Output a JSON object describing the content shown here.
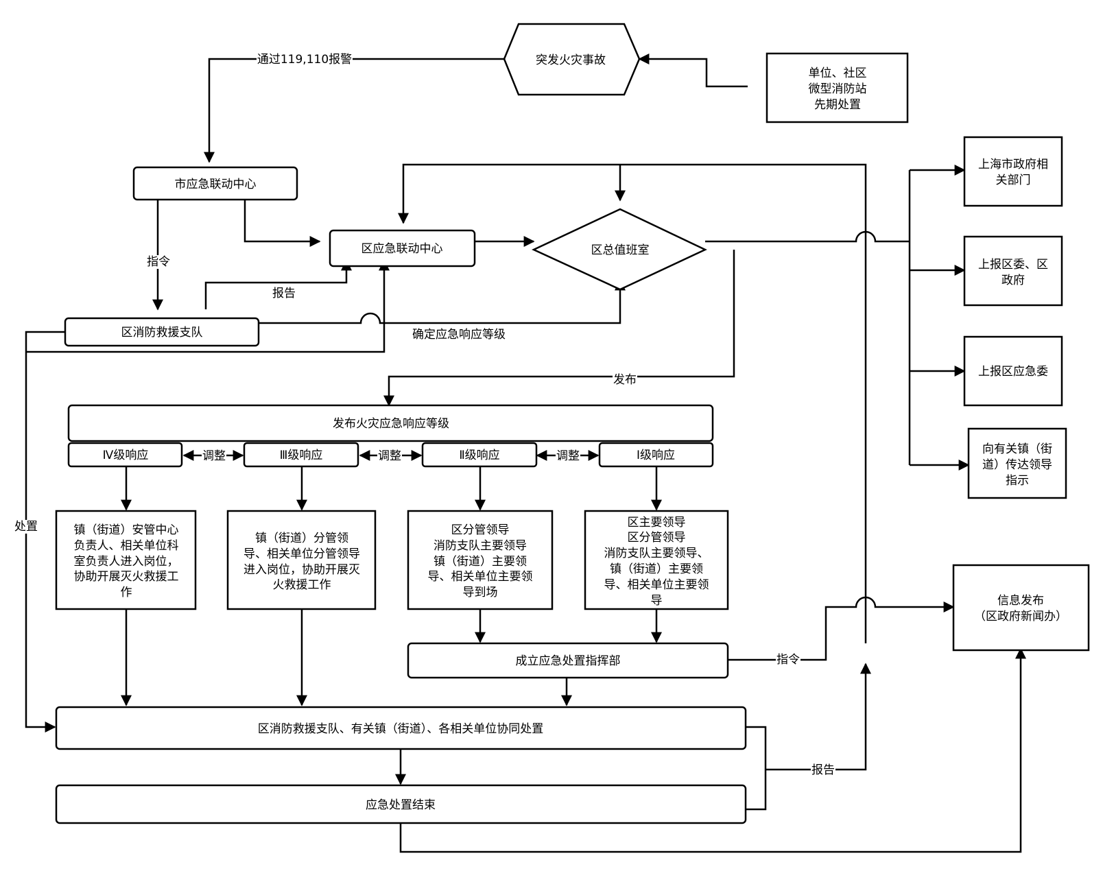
{
  "nodes": {
    "fire_event": "突发火灾事故",
    "unit_station": [
      "单位、社区",
      "微型消防站",
      "先期处置"
    ],
    "city_center": "市应急联动中心",
    "district_center": "区应急联动中心",
    "duty_room": "区总值班室",
    "fire_brigade": "区消防救援支队",
    "sh_gov": [
      "上海市政府相",
      "关部门"
    ],
    "report_committee": [
      "上报区委、区",
      "政府"
    ],
    "report_emergency": "上报区应急委",
    "town_instruction": [
      "向有关镇（街",
      "道）传达领导",
      "指示"
    ],
    "publish_level": "发布火灾应急响应等级",
    "level4": "Ⅳ级响应",
    "level3": "Ⅲ级响应",
    "level2": "Ⅱ级响应",
    "level1": "Ⅰ级响应",
    "box4": [
      "镇（街道）安管中心",
      "负责人、相关单位科",
      "室负责人进入岗位，",
      "协助开展灭火救援工",
      "作"
    ],
    "box3": [
      "镇（街道）分管领",
      "导、相关单位分管领导",
      "进入岗位，协助开展灭",
      "火救援工作"
    ],
    "box2": [
      "区分管领导",
      "消防支队主要领导",
      "镇（街道）主要领",
      "导、相关单位主要领",
      "导到场"
    ],
    "box1": [
      "区主要领导",
      "区分管领导",
      "消防支队主要领导、",
      "镇（街道）主要领",
      "导、相关单位主要领",
      "导"
    ],
    "command_hq": "成立应急处置指挥部",
    "news": [
      "信息发布",
      "（区政府新闻办）"
    ],
    "coordinate": "区消防救援支队、有关镇（街道）、各相关单位协同处置",
    "end": "应急处置结束"
  },
  "edge_labels": {
    "alarm": "通过119,110报警",
    "instruction1": "指令",
    "report1": "报告",
    "determine_level": "确定应急响应等级",
    "publish": "发布",
    "adjust1": "调整",
    "adjust2": "调整",
    "adjust3": "调整",
    "dispose": "处置",
    "instruction2": "指令",
    "report2": "报告"
  }
}
